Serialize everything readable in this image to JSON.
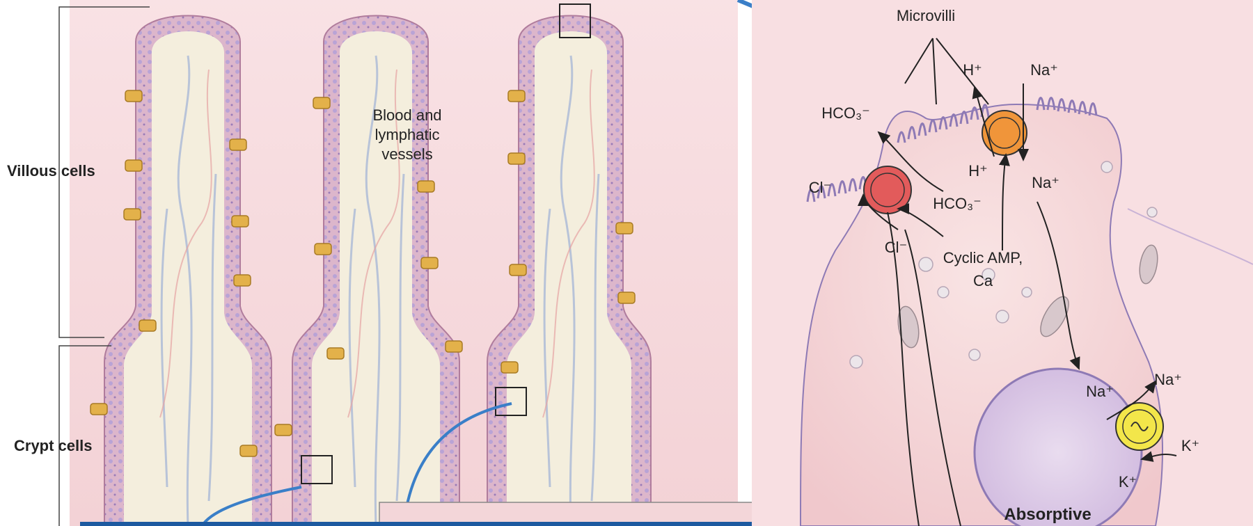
{
  "left_panel": {
    "section_labels": {
      "villous": "Villous cells",
      "crypt": "Crypt cells"
    },
    "vessel_label": [
      "Blood and",
      "lymphatic",
      "vessels"
    ]
  },
  "right_panel": {
    "microvilli": "Microvilli",
    "ions": {
      "h_top": "H⁺",
      "na_top": "Na⁺",
      "hco3_top": "HCO₃⁻",
      "h_mid": "H⁺",
      "na_mid": "Na⁺",
      "cl_outer": "Cl⁻",
      "hco3_inner": "HCO₃⁻",
      "cl_inner": "Cl⁻",
      "na_pump_in": "Na⁺",
      "na_pump_out": "Na⁺",
      "k_in": "K⁺",
      "k_out": "K⁺"
    },
    "second_messenger": [
      "Cyclic AMP,",
      "Ca"
    ],
    "cell_type": "Absorptive"
  },
  "colors": {
    "villus_core": "#f4eedd",
    "epithelium": "#d9b4c8",
    "background_pink": "#efc3c8",
    "goblet_cell": "#e3b14a",
    "cell_fill": "#f6d9da",
    "arrow_blue": "#3a7fc8",
    "transporter_red": "#e25b5b",
    "transporter_orange": "#f0953a",
    "transporter_yellow": "#f3e64a"
  }
}
